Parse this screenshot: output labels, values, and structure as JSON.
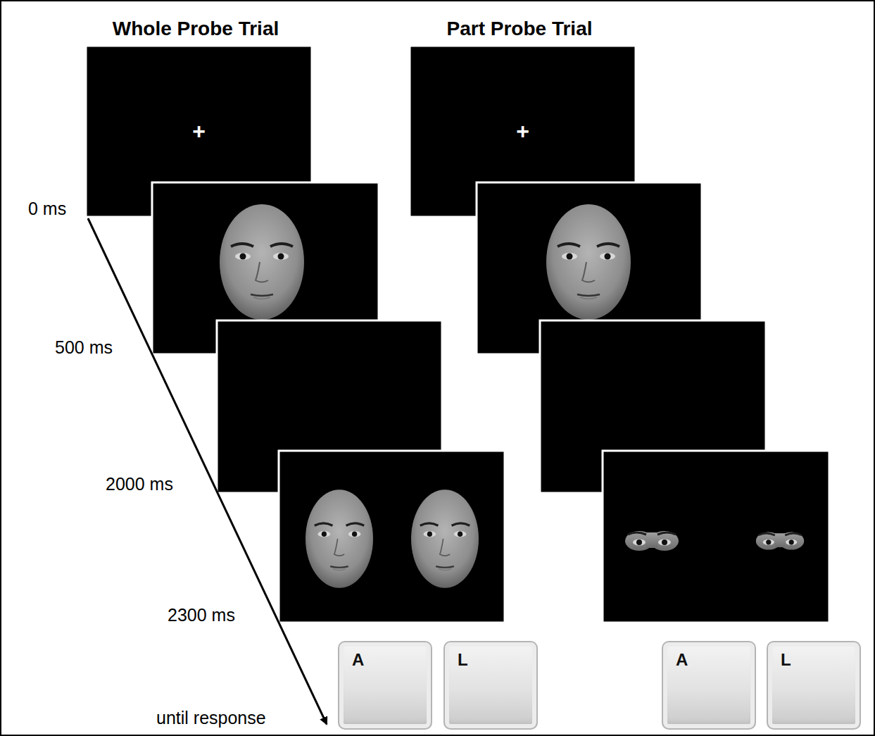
{
  "diagram": {
    "nodes": [
      {
        "text": [
          "+"
        ]
      },
      {
        "text": [
          "+"
        ]
      },
      {
        "text": [
          "A"
        ]
      },
      {
        "text": [
          "L"
        ]
      },
      {
        "text": [
          "A"
        ]
      },
      {
        "text": [
          "L"
        ]
      }
    ],
    "labels": [
      "Whole Probe Trial",
      "Part Probe Trial",
      "0 ms",
      "500 ms",
      "2000 ms",
      "2300 ms",
      "until response"
    ]
  }
}
